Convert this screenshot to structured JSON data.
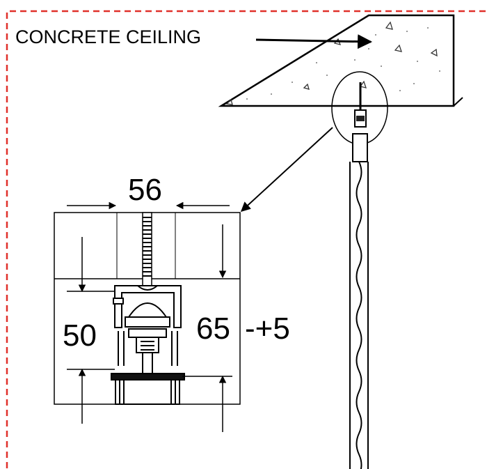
{
  "labels": {
    "concrete_ceiling": "CONCRETE CEILING",
    "width_dim": "56",
    "height_dim_left": "50",
    "height_dim_right": "65",
    "tolerance": "-+5"
  },
  "colors": {
    "border": "#e0302a",
    "line": "#000000",
    "concrete_fill": "#ffffff",
    "background": "#ffffff"
  },
  "icons": [
    "arrow-icon",
    "anchor-rod-icon",
    "track-profile-icon",
    "curtain-wave-icon"
  ]
}
